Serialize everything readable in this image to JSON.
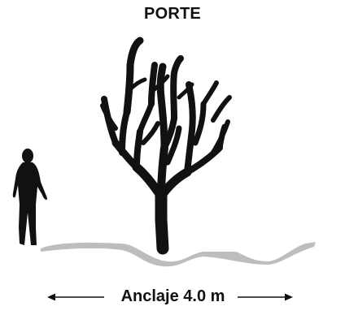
{
  "title": "PORTE",
  "anchor_label": "Anclaje 4.0 m",
  "colors": {
    "silhouette": "#111111",
    "ground": "#bdbdbd",
    "text": "#111111"
  },
  "figures": {
    "person": "human-silhouette",
    "plant": "candelabra-cactus-tree-silhouette"
  }
}
